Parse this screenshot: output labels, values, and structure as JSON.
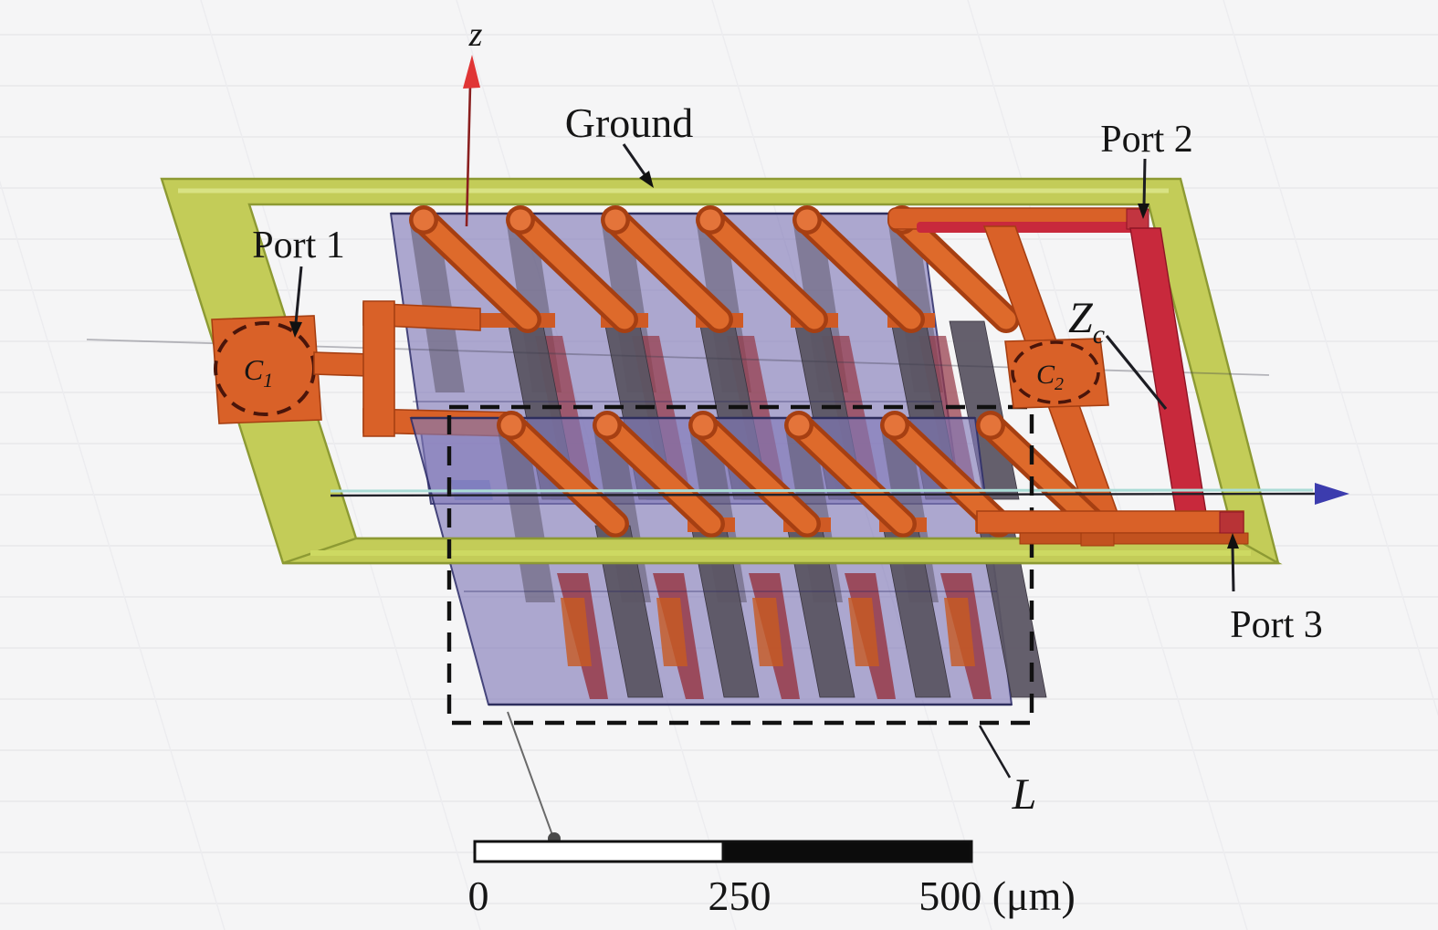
{
  "figure": {
    "type": "3d-em-simulation-model",
    "axis": {
      "z_label": "z"
    },
    "labels": {
      "ground": "Ground",
      "port1": "Port 1",
      "port2": "Port 2",
      "port3": "Port 3",
      "inductor": "L",
      "zc": {
        "main": "Z",
        "sub": "c"
      },
      "c1": {
        "main": "C",
        "sub": "1"
      },
      "c2": {
        "main": "C",
        "sub": "2"
      }
    },
    "scale_bar": {
      "tick0": "0",
      "tick250": "250",
      "tick500": "500 (μm)"
    },
    "colors": {
      "background": "#f5f5f6",
      "grid_line": "#e5e5e8",
      "ground_plane": "#c3cc58",
      "ground_edge": "#8d9a33",
      "metal_orange": "#d96128",
      "metal_orange_dark": "#a63f12",
      "zc_red": "#c8293c",
      "inductor_body": "#827ab8",
      "via_gray": "#5a5563",
      "winding_maroon": "#963a48",
      "axis_red": "#e03535",
      "axis_blue": "#3c3cae",
      "label_color": "#151515"
    }
  }
}
